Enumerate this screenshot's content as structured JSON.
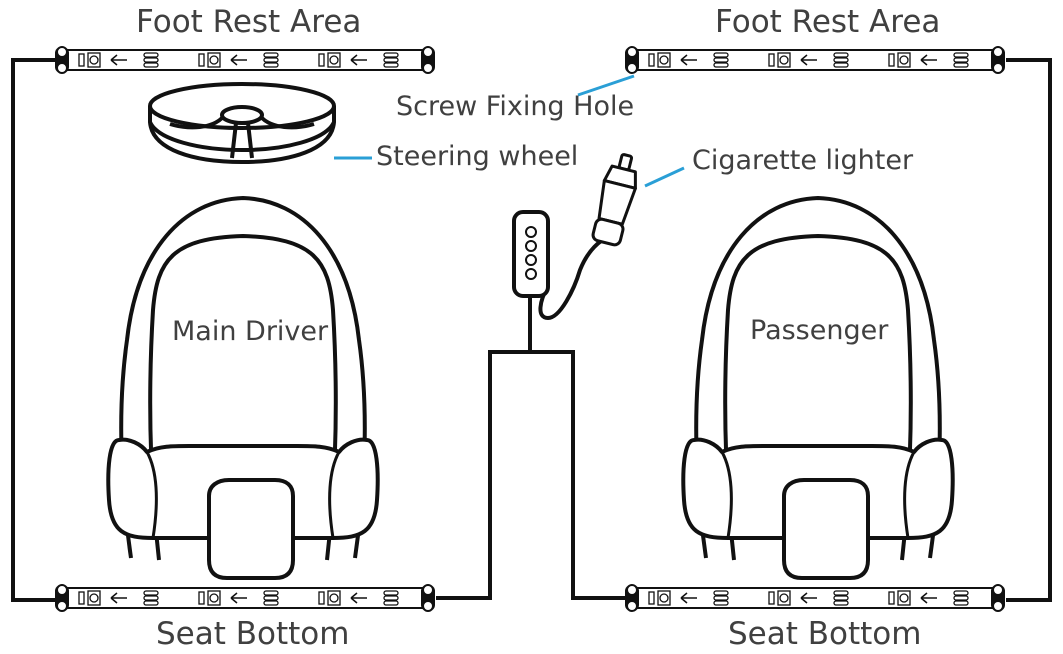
{
  "labels": {
    "foot_rest_left": "Foot Rest Area",
    "foot_rest_right": "Foot Rest Area",
    "seat_bottom_left": "Seat Bottom",
    "seat_bottom_right": "Seat Bottom",
    "screw_fixing_hole": "Screw Fixing Hole",
    "steering_wheel": "Steering wheel",
    "cigarette_lighter": "Cigarette lighter",
    "main_driver": "Main Driver",
    "passenger": "Passenger"
  },
  "colors": {
    "stroke": "#111111",
    "wire": "#111111",
    "leader": "#2a9fd6",
    "text": "#404040"
  },
  "icons": {
    "strip": "led-strip-icon",
    "controller": "controller-box-icon",
    "plug": "cigarette-plug-icon",
    "wheel": "steering-wheel-icon",
    "seat": "car-seat-icon"
  }
}
